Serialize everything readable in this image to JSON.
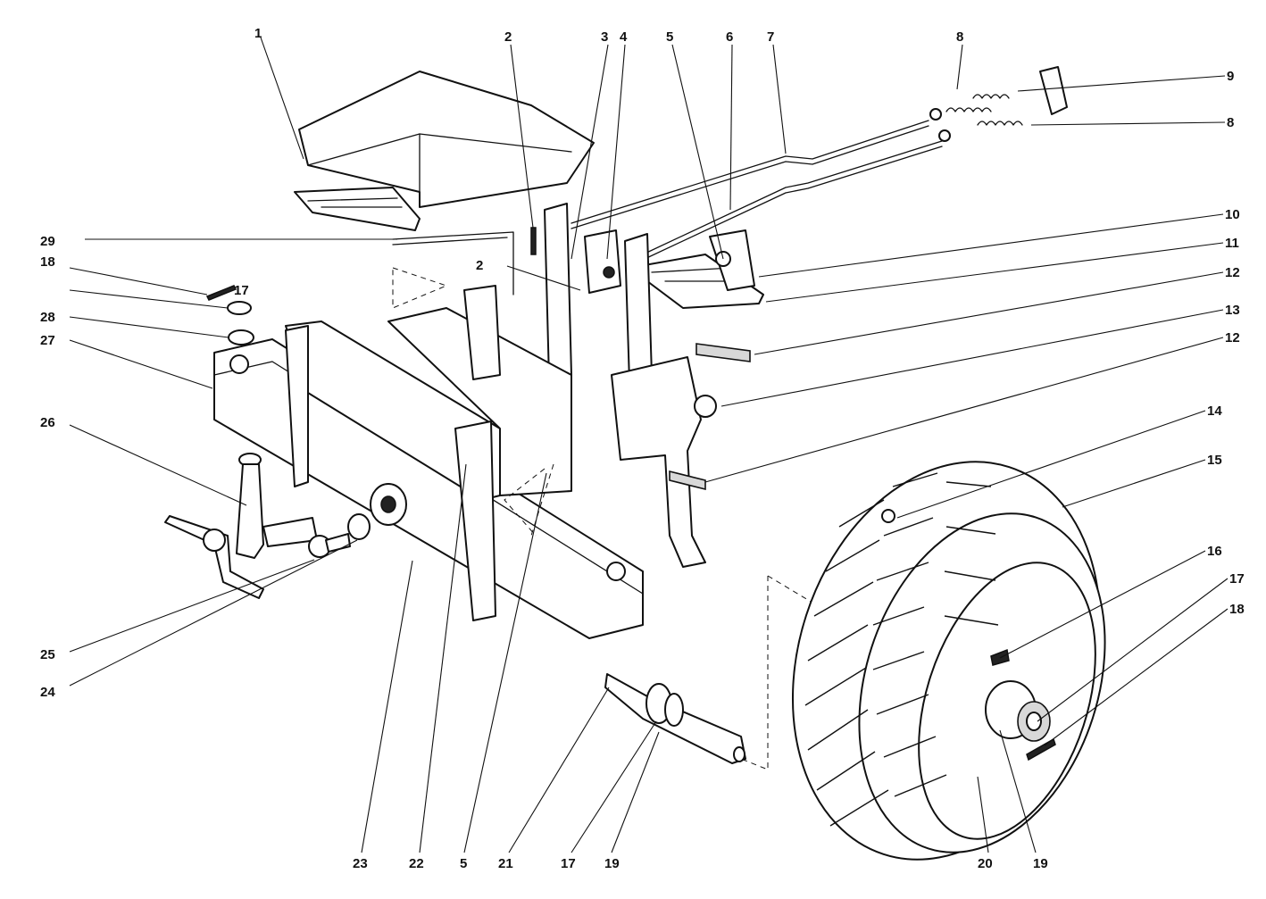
{
  "colors": {
    "ink": "#111111",
    "paper": "#ffffff",
    "shade": "#d8d8d8"
  },
  "callouts": [
    {
      "id": "c1",
      "text": "1"
    },
    {
      "id": "c2a",
      "text": "2"
    },
    {
      "id": "c2b",
      "text": "2"
    },
    {
      "id": "c3",
      "text": "3"
    },
    {
      "id": "c4",
      "text": "4"
    },
    {
      "id": "c5a",
      "text": "5"
    },
    {
      "id": "c6",
      "text": "6"
    },
    {
      "id": "c7",
      "text": "7"
    },
    {
      "id": "c8a",
      "text": "8"
    },
    {
      "id": "c8b",
      "text": "8"
    },
    {
      "id": "c9",
      "text": "9"
    },
    {
      "id": "c10",
      "text": "10"
    },
    {
      "id": "c11",
      "text": "11"
    },
    {
      "id": "c12a",
      "text": "12"
    },
    {
      "id": "c12b",
      "text": "12"
    },
    {
      "id": "c13",
      "text": "13"
    },
    {
      "id": "c14",
      "text": "14"
    },
    {
      "id": "c15",
      "text": "15"
    },
    {
      "id": "c16",
      "text": "16"
    },
    {
      "id": "c17a",
      "text": "17"
    },
    {
      "id": "c17b",
      "text": "17"
    },
    {
      "id": "c17c",
      "text": "17"
    },
    {
      "id": "c18a",
      "text": "18"
    },
    {
      "id": "c18b",
      "text": "18"
    },
    {
      "id": "c19a",
      "text": "19"
    },
    {
      "id": "c19b",
      "text": "19"
    },
    {
      "id": "c20",
      "text": "20"
    },
    {
      "id": "c21",
      "text": "21"
    },
    {
      "id": "c22",
      "text": "22"
    },
    {
      "id": "c23",
      "text": "23"
    },
    {
      "id": "c24",
      "text": "24"
    },
    {
      "id": "c25",
      "text": "25"
    },
    {
      "id": "c26",
      "text": "26"
    },
    {
      "id": "c27",
      "text": "27"
    },
    {
      "id": "c28",
      "text": "28"
    },
    {
      "id": "c29",
      "text": "29"
    },
    {
      "id": "c5b",
      "text": "5"
    }
  ]
}
